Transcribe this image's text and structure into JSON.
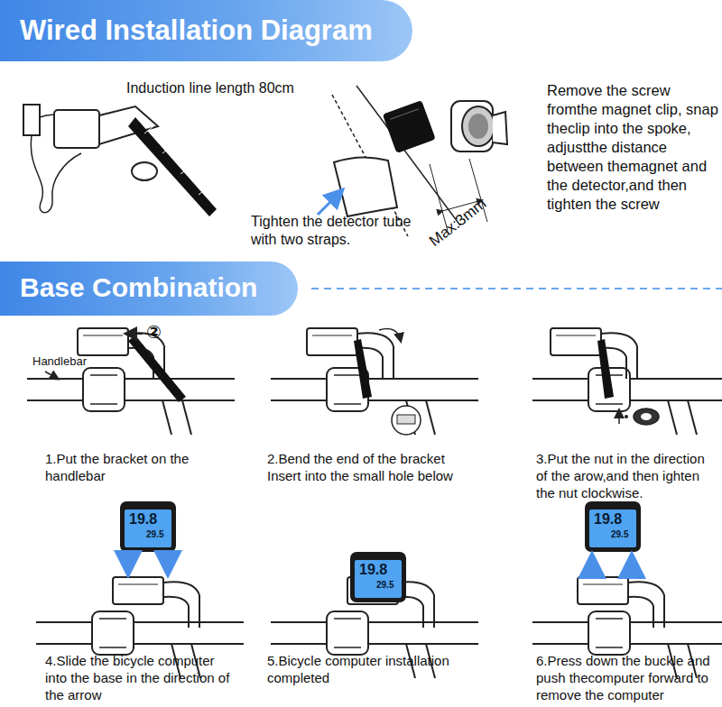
{
  "diagram": {
    "title": "Wired Installation Diagram",
    "nodes": [
      {
        "text": [
          "Base Combination"
        ]
      }
    ],
    "labels": [
      "Induction line length 80cm",
      "Tighten the detector tube with two straps.",
      "Max:3mm",
      "Remove the screw fromthe magnet clip, snap theclip into the spoke, adjustthe distance between themagnet and the detector,and then tighten the screw",
      "②",
      "Handlebar",
      "1.Put the bracket on the handlebar",
      "2.Bend the end of the bracket Insert into the small hole below",
      "3.Put the nut in the direction of the arow,and then ighten the nut clockwise.",
      "19.8",
      "29.5",
      "19.8",
      "29.5",
      "19.8",
      "29.5",
      "4.Slide the bicycle computer into the base in the direction of the arrow",
      "5.Bicycle computer installation completed",
      "6.Press down the buckle and push thecomputer forward to remove the computer"
    ]
  }
}
